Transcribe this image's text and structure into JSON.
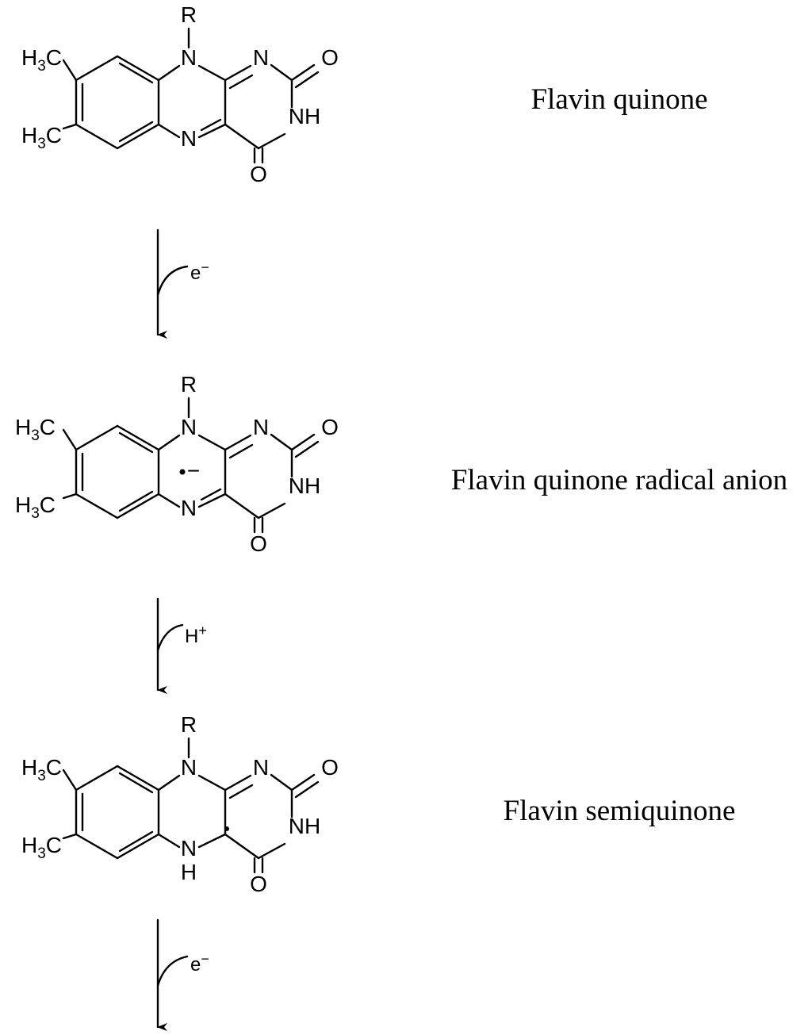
{
  "structures": [
    {
      "name": "Flavin quinone",
      "substituent": "R",
      "methyl_top": {
        "main": "H",
        "sub": "3",
        "end": "C"
      },
      "methyl_bottom": {
        "main": "H",
        "sub": "3",
        "end": "C"
      },
      "n10": "N",
      "n1": "N",
      "n5": "N",
      "o2": "O",
      "nh3": "NH",
      "o4": "O"
    },
    {
      "name": "Flavin quinone radical anion",
      "substituent": "R",
      "methyl_top": {
        "main": "H",
        "sub": "3",
        "end": "C"
      },
      "methyl_bottom": {
        "main": "H",
        "sub": "3",
        "end": "C"
      },
      "n10": "N",
      "n1": "N",
      "n5": "N",
      "o2": "O",
      "nh3": "NH",
      "o4": "O",
      "charge": "−"
    },
    {
      "name": "Flavin semiquinone",
      "substituent": "R",
      "methyl_top": {
        "main": "H",
        "sub": "3",
        "end": "C"
      },
      "methyl_bottom": {
        "main": "H",
        "sub": "3",
        "end": "C"
      },
      "n10": "N",
      "n1": "N",
      "n5": "N",
      "n5_h": "H",
      "o2": "O",
      "nh3": "NH",
      "o4": "O"
    }
  ],
  "steps": [
    {
      "reagent": "e",
      "sup": "−"
    },
    {
      "reagent": "H",
      "sup": "+"
    },
    {
      "reagent": "e",
      "sup": "−"
    }
  ]
}
